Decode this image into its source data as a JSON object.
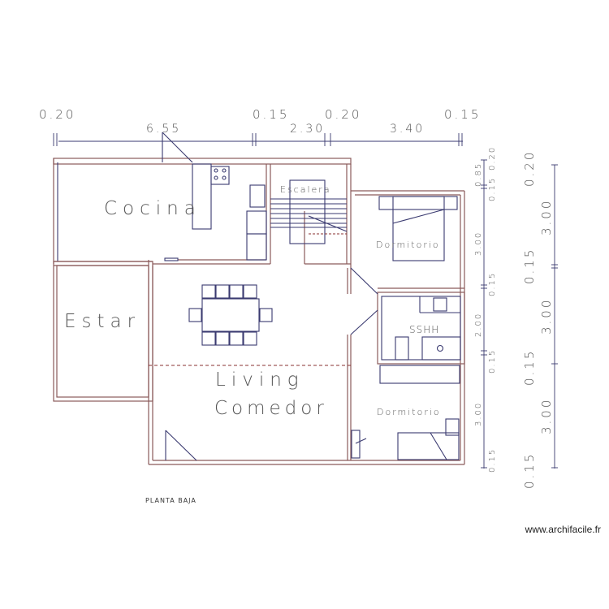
{
  "plan": {
    "title": "PLANTA BAJA",
    "rooms": {
      "cocina": "Cocina",
      "escalera": "Escalera",
      "dormitorio1": "Dormitorio",
      "estar": "Estar",
      "sshh": "SSHH",
      "living": "Living",
      "comedor": "Comedor",
      "dormitorio2": "Dormitorio"
    },
    "top_dims": {
      "wall1": "0.20",
      "wall2": "0.15",
      "wall3": "0.20",
      "wall4": "0.15",
      "span1": "6.55",
      "span2": "2.30",
      "span3": "3.40"
    },
    "right_dims_inner": [
      "0.20",
      "0.85",
      "0.15",
      "3.00",
      "0.15",
      "2.00",
      "0.15",
      "3.00",
      "0.15"
    ],
    "right_dims_outer": [
      "0.20",
      "3.00",
      "0.15",
      "3.00",
      "0.15",
      "3.00",
      "0.15"
    ]
  },
  "watermark": "www.archifacile.fr",
  "colors": {
    "walls": "#8a5a5a",
    "furniture": "#3a3a70"
  }
}
